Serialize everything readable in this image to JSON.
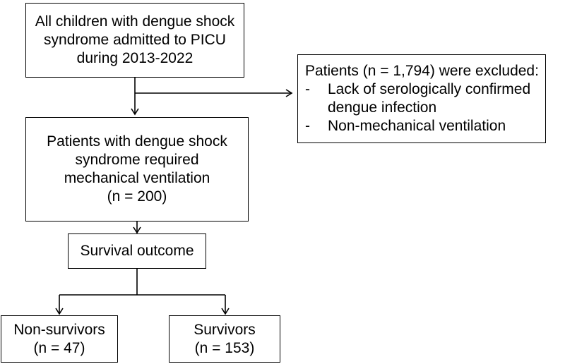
{
  "flowchart": {
    "start": {
      "lines": [
        "All children with dengue shock",
        "syndrome admitted to PICU",
        "during 2013-2022"
      ]
    },
    "excluded": {
      "title": "Patients (n = 1,794) were excluded:",
      "bullet_marker": "-",
      "items": [
        [
          "Lack of serologically confirmed",
          "dengue infection"
        ],
        [
          "Non-mechanical ventilation"
        ]
      ]
    },
    "cohort": {
      "lines": [
        "Patients with dengue shock",
        "syndrome required",
        "mechanical ventilation",
        "(n = 200)"
      ]
    },
    "outcome": {
      "label": "Survival outcome"
    },
    "non_survivors": {
      "lines": [
        "Non-survivors",
        "(n = 47)"
      ]
    },
    "survivors": {
      "lines": [
        "Survivors",
        "(n = 153)"
      ]
    }
  }
}
